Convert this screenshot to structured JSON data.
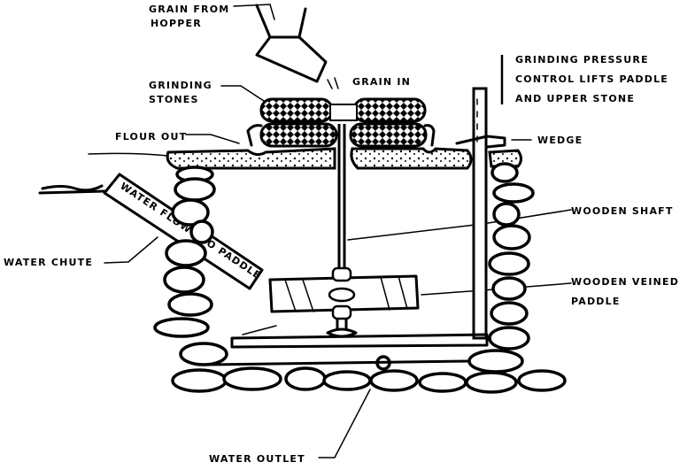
{
  "diagram": {
    "title": "Water-powered grain mill cross-section",
    "colors": {
      "ink": "#000000",
      "paper": "#ffffff"
    },
    "labels": {
      "grain_from_hopper": [
        "GRAIN FROM",
        "HOPPER"
      ],
      "grain_in": "GRAIN IN",
      "grinding_stones": [
        "GRINDING",
        "STONES"
      ],
      "flour_out": "FLOUR OUT",
      "grinding_pressure": [
        "GRINDING PRESSURE",
        "CONTROL LIFTS PADDLE",
        "AND UPPER STONE"
      ],
      "wedge": "WEDGE",
      "water_flows": "WATER FLOWS TO PADDLE",
      "water_chute": "WATER CHUTE",
      "wooden_shaft": "WOODEN SHAFT",
      "wooden_veined_paddle": [
        "WOODEN VEINED",
        "PADDLE"
      ],
      "water_outlet": "WATER OUTLET"
    }
  }
}
